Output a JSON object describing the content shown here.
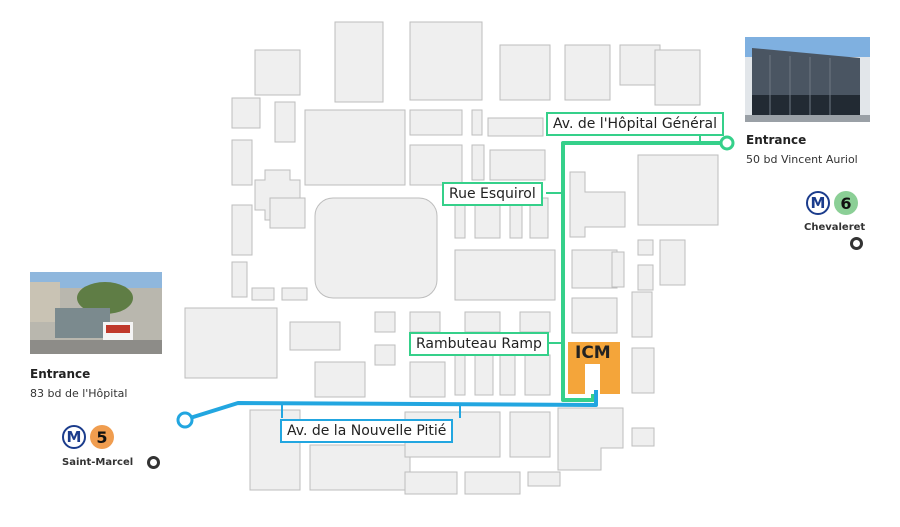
{
  "map": {
    "routes": {
      "green_color": "#35d08a",
      "blue_color": "#22a6e0",
      "icm_color": "#f4a53a"
    },
    "street_labels": {
      "hopital_general": "Av. de l'Hôpital Général",
      "esquirol": "Rue Esquirol",
      "rambuteau": "Rambuteau Ramp",
      "nouvelle_pitie": "Av. de la Nouvelle Pitié"
    },
    "building": {
      "label": "ICM"
    }
  },
  "entrances": {
    "east": {
      "title": "Entrance",
      "address": "50 bd Vincent Auriol",
      "metro": {
        "symbol": "M",
        "line": "6",
        "line_color": "#8bcf96",
        "station": "Chevaleret"
      }
    },
    "west": {
      "title": "Entrance",
      "address": "83 bd de l'Hôpital",
      "metro": {
        "symbol": "M",
        "line": "5",
        "line_color": "#f09d4f",
        "station": "Saint-Marcel"
      }
    }
  }
}
